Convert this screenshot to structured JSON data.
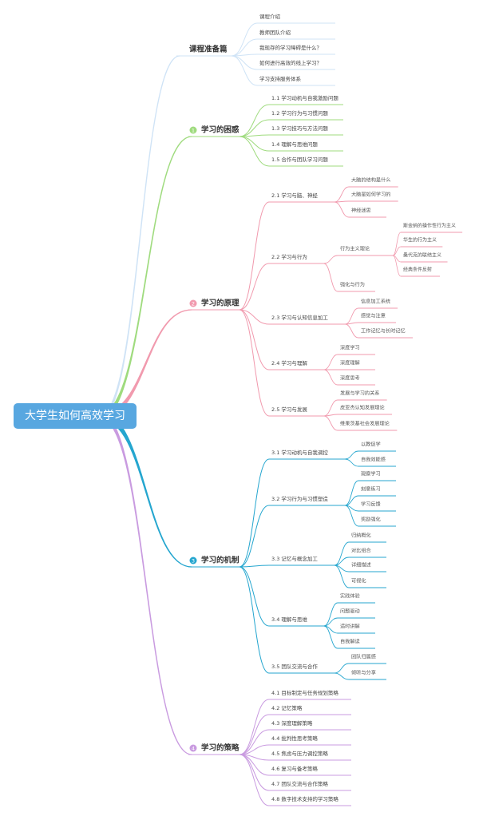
{
  "root": "大学生如何高效学习",
  "branches": [
    {
      "num": "",
      "title": "课程准备篇",
      "color": "#cfe3f6",
      "children": [
        {
          "text": "课程介绍"
        },
        {
          "text": "教师团队介绍"
        },
        {
          "text": "我现存的学习障碍是什么？"
        },
        {
          "text": "如何进行高效的线上学习？"
        },
        {
          "text": "学习支持服务体系"
        }
      ]
    },
    {
      "num": "1",
      "title": "学习的困惑",
      "color": "#9fdb7e",
      "children": [
        {
          "text": "1.1 学习动机与自我激励问题"
        },
        {
          "text": "1.2 学习行为与习惯问题"
        },
        {
          "text": "1.3 学习技巧与方法问题"
        },
        {
          "text": "1.4 理解与思维问题"
        },
        {
          "text": "1.5 合作与团队学习问题"
        }
      ]
    },
    {
      "num": "2",
      "title": "学习的原理",
      "color": "#f19aae",
      "children": [
        {
          "text": "2.1 学习与脑、神经",
          "children": [
            {
              "text": "大脑的结构是什么"
            },
            {
              "text": "大脑是如何学习的"
            },
            {
              "text": "神经迷思"
            }
          ]
        },
        {
          "text": "2.2 学习与行为",
          "children": [
            {
              "text": "行为主义理论",
              "children": [
                {
                  "text": "斯金纳的操作性行为主义"
                },
                {
                  "text": "华生的行为主义"
                },
                {
                  "text": "桑代克的联结主义"
                },
                {
                  "text": "经典条件反射"
                }
              ]
            },
            {
              "text": "强化与行为"
            }
          ]
        },
        {
          "text": "2.3 学习与认知信息加工",
          "children": [
            {
              "text": "信息加工系统"
            },
            {
              "text": "感觉与注意"
            },
            {
              "text": "工作记忆与长时记忆"
            }
          ]
        },
        {
          "text": "2.4 学习与理解",
          "children": [
            {
              "text": "深度学习"
            },
            {
              "text": "深度理解"
            },
            {
              "text": "深度思考"
            }
          ]
        },
        {
          "text": "2.5 学习与发展",
          "children": [
            {
              "text": "发展与学习的关系"
            },
            {
              "text": "皮亚杰认知发展理论"
            },
            {
              "text": "维果茨基社会发展理论"
            }
          ]
        }
      ]
    },
    {
      "num": "3",
      "title": "学习的机制",
      "color": "#25a6cf",
      "children": [
        {
          "text": "3.1 学习动机与自我调控",
          "children": [
            {
              "text": "以教促学"
            },
            {
              "text": "自我效能感"
            }
          ]
        },
        {
          "text": "3.2 学习行为与习惯塑造",
          "children": [
            {
              "text": "观察学习"
            },
            {
              "text": "刻意练习"
            },
            {
              "text": "学习反馈"
            },
            {
              "text": "奖励强化"
            }
          ]
        },
        {
          "text": "3.3 记忆与概念加工",
          "children": [
            {
              "text": "归纳概化"
            },
            {
              "text": "对比组合"
            },
            {
              "text": "详细描述"
            },
            {
              "text": "可视化"
            }
          ]
        },
        {
          "text": "3.4 理解与思维",
          "children": [
            {
              "text": "实践体验"
            },
            {
              "text": "问题驱动"
            },
            {
              "text": "适时讲解"
            },
            {
              "text": "自我解读"
            }
          ]
        },
        {
          "text": "3.5 团队交流与合作",
          "children": [
            {
              "text": "团队归属感"
            },
            {
              "text": "倾听与分享"
            }
          ]
        }
      ]
    },
    {
      "num": "4",
      "title": "学习的策略",
      "color": "#c99be0",
      "children": [
        {
          "text": "4.1 目标制定与任务规划策略"
        },
        {
          "text": "4.2 记忆策略"
        },
        {
          "text": "4.3 深度理解策略"
        },
        {
          "text": "4.4 批判性思考策略"
        },
        {
          "text": "4.5 焦虑与压力调控策略"
        },
        {
          "text": "4.6 复习与备考策略"
        },
        {
          "text": "4.7 团队交流与合作策略"
        },
        {
          "text": "4.8 数字技术支持的学习策略"
        }
      ]
    }
  ]
}
